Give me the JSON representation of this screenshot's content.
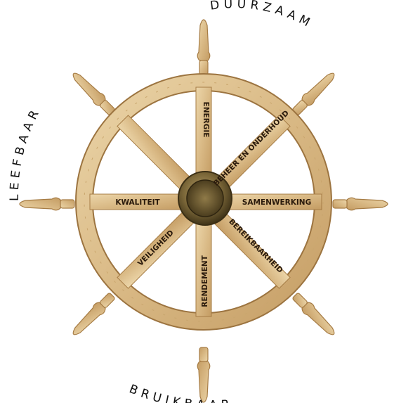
{
  "arc_words": {
    "duurzaam": "DUURZAAM",
    "leefbaar": "LEEFBAAR",
    "bruikbaar": "BRUIKBAAR"
  },
  "spokes": {
    "energie": "ENERGIE",
    "beheer": "BEHEER EN ONDERHOUD",
    "samenwerking": "SAMENWERKING",
    "bereikbaarheid": "BEREIKBAARHEID",
    "rendement": "RENDEMENT",
    "veiligheid": "VEILIGHEID",
    "kwaliteit": "KWALITEIT"
  },
  "colors": {
    "wood_light": "#e7cf9f",
    "wood_mid": "#d4b07a",
    "wood_dark": "#a67c45",
    "hub_brass": "#6b5a36",
    "background": "#ffffff"
  },
  "icons": [
    "ship-wheel-icon"
  ]
}
